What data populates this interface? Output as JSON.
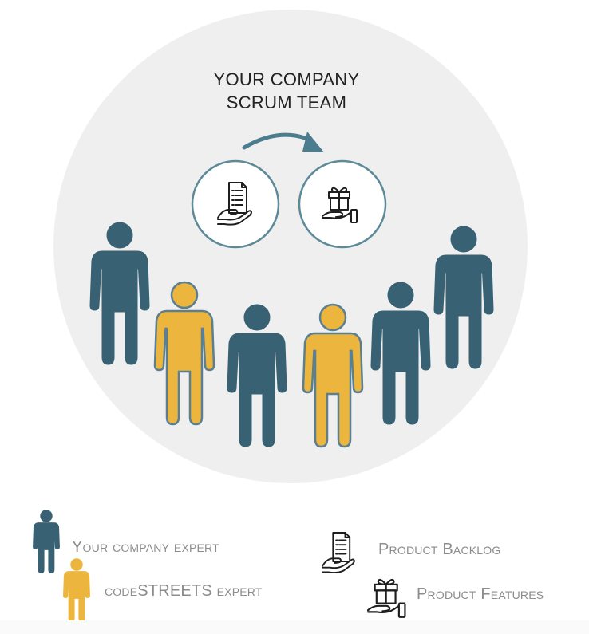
{
  "title": {
    "line1": "YOUR COMPANY",
    "line2": "SCRUM TEAM"
  },
  "colors": {
    "dark": "#386273",
    "yellow": "#ebb53e",
    "icon_ring": "#5d8a98",
    "arrow": "#4b7d8e",
    "circle_bg": "#efefef",
    "legend_text": "#8c8c8c"
  },
  "icons": {
    "left_circle": "document-hand-icon",
    "right_circle": "gift-hand-icon"
  },
  "team": [
    {
      "role": "company-expert",
      "color": "dark"
    },
    {
      "role": "codestreets-expert",
      "color": "yellow"
    },
    {
      "role": "company-expert",
      "color": "dark"
    },
    {
      "role": "codestreets-expert",
      "color": "yellow"
    },
    {
      "role": "company-expert",
      "color": "dark"
    },
    {
      "role": "company-expert",
      "color": "dark"
    }
  ],
  "legend": {
    "company_expert": "Your company expert",
    "codestreets_expert": "codeSTREETS expert",
    "product_backlog": "Product Backlog",
    "product_features": "Product Features"
  }
}
